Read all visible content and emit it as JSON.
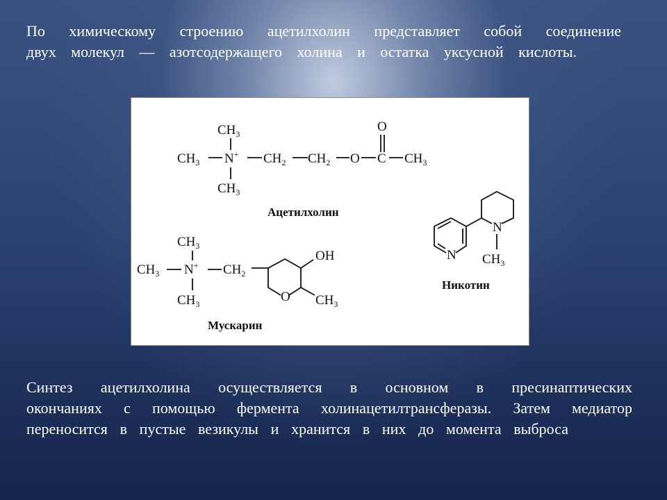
{
  "intro": {
    "lines": [
      "По химическому строению ацетилхолин представляет собой соединение",
      "двух молекул — азотсодержащего холина и остатка уксусной кислоты."
    ]
  },
  "figure": {
    "acetylcholine": {
      "label": "Ацетилхолин",
      "atoms": {
        "ch3_top": "CH",
        "ch3_left": "CH",
        "ch3_bottom": "CH",
        "n": "N",
        "ch2_a": "CH",
        "ch2_b": "CH",
        "o": "O",
        "c": "C",
        "o_top": "O",
        "ch3_right": "CH",
        "sub3": "3",
        "sub2": "2",
        "plus": "+"
      }
    },
    "muscarine": {
      "label": "Мускарин",
      "atoms": {
        "ch3_top": "CH",
        "ch3_left": "CH",
        "ch3_bottom": "CH",
        "n": "N",
        "ch2": "CH",
        "oh": "OH",
        "o_ring": "O",
        "ch3_ring": "CH",
        "sub3": "3",
        "sub2": "2",
        "plus": "+"
      }
    },
    "nicotine": {
      "label": "Никотин",
      "atoms": {
        "n_pyridine": "N",
        "n_piperidine": "N",
        "ch3": "CH",
        "sub3": "3"
      }
    }
  },
  "synthesis": {
    "lines": [
      "Синтез ацетилхолина осуществляется в основном в пресинаптических",
      "окончаниях с помощью фермента холинацетилтрансферазы. Затем медиатор",
      "переносится в пустые везикулы и хранится в них до момента выброса"
    ]
  }
}
